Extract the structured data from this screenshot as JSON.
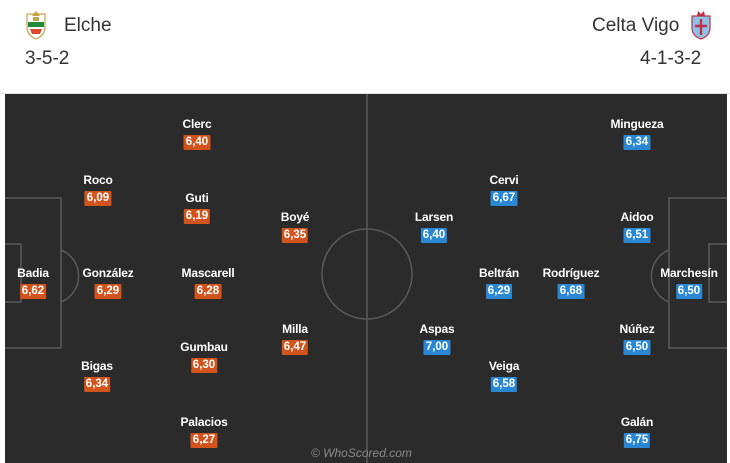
{
  "home": {
    "name": "Elche",
    "formation": "3-5-2",
    "crest_icon": "elche-crest-icon",
    "rating_color": "#d2531b",
    "players": [
      {
        "name": "Badia",
        "rating": "6,62"
      },
      {
        "name": "Roco",
        "rating": "6,09"
      },
      {
        "name": "González",
        "rating": "6,29"
      },
      {
        "name": "Bigas",
        "rating": "6,34"
      },
      {
        "name": "Clerc",
        "rating": "6,40"
      },
      {
        "name": "Guti",
        "rating": "6,19"
      },
      {
        "name": "Mascarell",
        "rating": "6,28"
      },
      {
        "name": "Gumbau",
        "rating": "6,30"
      },
      {
        "name": "Palacios",
        "rating": "6,27"
      },
      {
        "name": "Boyé",
        "rating": "6,35"
      },
      {
        "name": "Milla",
        "rating": "6,47"
      }
    ]
  },
  "away": {
    "name": "Celta Vigo",
    "formation": "4-1-3-2",
    "crest_icon": "celta-crest-icon",
    "rating_color": "#2a87d3",
    "players": [
      {
        "name": "Larsen",
        "rating": "6,40"
      },
      {
        "name": "Aspas",
        "rating": "7,00"
      },
      {
        "name": "Cervi",
        "rating": "6,67"
      },
      {
        "name": "Beltrán",
        "rating": "6,29"
      },
      {
        "name": "Veiga",
        "rating": "6,58"
      },
      {
        "name": "Rodríguez",
        "rating": "6,68"
      },
      {
        "name": "Mingueza",
        "rating": "6,34"
      },
      {
        "name": "Aidoo",
        "rating": "6,51"
      },
      {
        "name": "Núñez",
        "rating": "6,50"
      },
      {
        "name": "Galán",
        "rating": "6,75"
      },
      {
        "name": "Marchesín",
        "rating": "6,50"
      }
    ]
  },
  "watermark": "© WhoScored.com",
  "pitch_color": "#2b2b2b"
}
